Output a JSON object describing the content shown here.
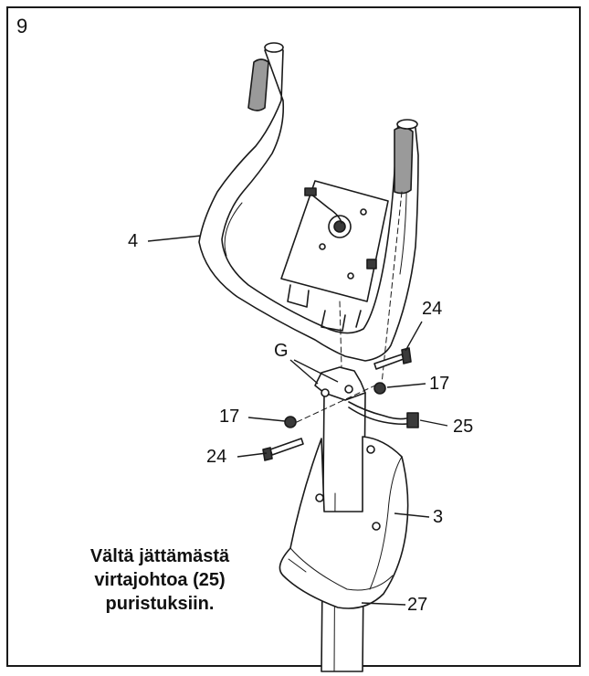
{
  "step": {
    "number": "9"
  },
  "callouts": {
    "c4": "4",
    "c24_top": "24",
    "cG": "G",
    "c17_right": "17",
    "c17_left": "17",
    "c25": "25",
    "c24_left": "24",
    "c3": "3",
    "c27": "27"
  },
  "note": {
    "lines": [
      "Vältä jättämästä",
      "virtajohtoa (25)",
      "puristuksiin."
    ]
  },
  "colors": {
    "line": "#1a1a1a",
    "fill": "#ffffff",
    "shade": "#9a9a9a",
    "dark": "#3a3a3a"
  }
}
